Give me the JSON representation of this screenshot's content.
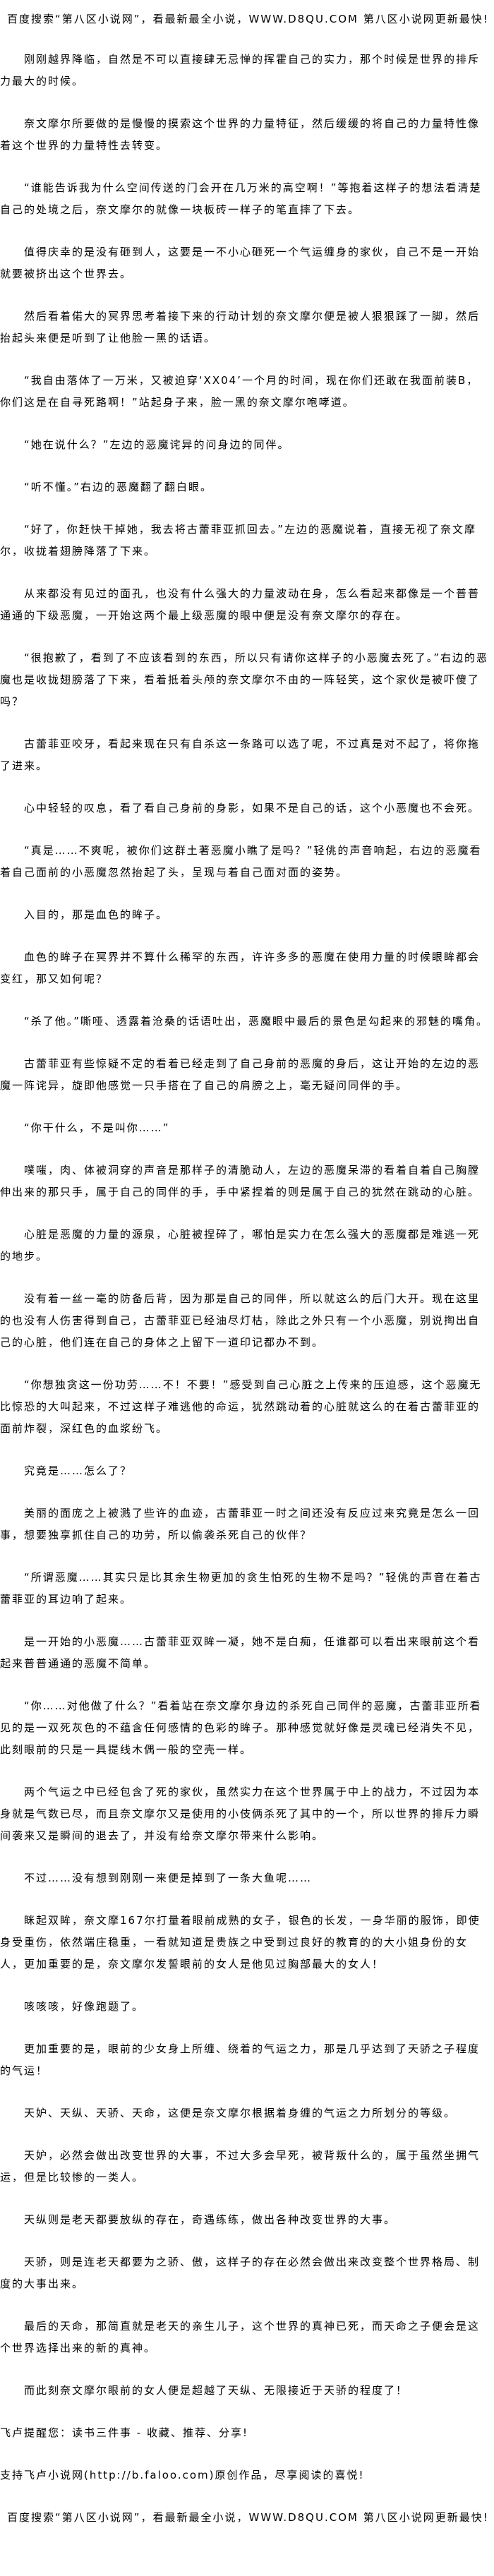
{
  "header": {
    "banner": "百度搜索“第八区小说网”，看最新最全小说，WWW.D8QU.COM   第八区小说网更新最快!"
  },
  "chapter": {
    "paragraphs": [
      "刚刚越界降临，自然是不可以直接肆无忌惮的挥霍自己的实力，那个时候是世界的排斥力最大的时候。",
      "奈文摩尔所要做的是慢慢的摸索这个世界的力量特征，然后缓缓的将自己的力量特性像着这个世界的力量特性去转变。",
      "“谁能告诉我为什么空间传送的门会开在几万米的高空啊！”等抱着这样子的想法看清楚自己的处境之后，奈文摩尔的就像一块板砖一样子的笔直摔了下去。",
      "值得庆幸的是没有砸到人，这要是一不小心砸死一个气运缠身的家伙，自己不是一开始就要被挤出这个世界去。",
      "然后看着偌大的冥界思考着接下来的行动计划的奈文摩尔便是被人狠狠踩了一脚，然后抬起头来便是听到了让他脸一黑的话语。",
      "“我自由落体了一万米，又被迫穿‘XX04’一个月的时间，现在你们还敢在我面前装B，你们这是在自寻死路啊！”站起身子来，脸一黑的奈文摩尔咆哮道。",
      "“她在说什么？”左边的恶魔诧异的问身边的同伴。",
      "“听不懂。”右边的恶魔翻了翻白眼。",
      "“好了，你赶快干掉她，我去将古蕾菲亚抓回去。”左边的恶魔说着，直接无视了奈文摩尔，收拢着翅膀降落了下来。",
      "从来都没有见过的面孔，也没有什么强大的力量波动在身，怎么看起来都像是一个普普通通的下级恶魔，一开始这两个最上级恶魔的眼中便是没有奈文摩尔的存在。",
      "“很抱歉了，看到了不应该看到的东西，所以只有请你这样子的小恶魔去死了。”右边的恶魔也是收拢翅膀落了下来，看着抵着头颅的奈文摩尔不由的一阵轻笑，这个家伙是被吓傻了吗？",
      "古蕾菲亚咬牙，看起来现在只有自杀这一条路可以选了呢，不过真是对不起了，将你拖了进来。",
      "心中轻轻的叹息，看了看自己身前的身影，如果不是自己的话，这个小恶魔也不会死。",
      "“真是……不爽呢，被你们这群土著恶魔小瞧了是吗？”轻佻的声音响起，右边的恶魔看着自己面前的小恶魔忽然抬起了头，呈现与着自己面对面的姿势。",
      "入目的，那是血色的眸子。",
      "血色的眸子在冥界并不算什么稀罕的东西，许许多多的恶魔在使用力量的时候眼眸都会变红，那又如何呢？",
      "“杀了他。”嘶哑、透露着沧桑的话语吐出，恶魔眼中最后的景色是勾起来的邪魅的嘴角。",
      "古蕾菲亚有些惊疑不定的看着已经走到了自己身前的恶魔的身后，这让开始的左边的恶魔一阵诧异，旋即他感觉一只手搭在了自己的肩膀之上，毫无疑问同伴的手。",
      "“你干什么，不是叫你……”",
      "噗嗤，肉、体被洞穿的声音是那样子的清脆动人，左边的恶魔呆滞的看着自着自己胸膛伸出来的那只手，属于自己的同伴的手，手中紧捏着的则是属于自己的犹然在跳动的心脏。",
      "心脏是恶魔的力量的源泉，心脏被捏碎了，哪怕是实力在怎么强大的恶魔都是难逃一死的地步。",
      "没有着一丝一毫的防备后背，因为那是自己的同伴，所以就这么的后门大开。现在这里的也没有人伤害得到自己，古蕾菲亚已经油尽灯枯，除此之外只有一个小恶魔，别说掏出自己的心脏，他们连在自己的身体之上留下一道印记都办不到。",
      "“你想独贪这一份功劳……不！不要！”感受到自己心脏之上传来的压迫感，这个恶魔无比惊恐的大叫起来，不过这样子难逃他的命运，犹然跳动着的心脏就这么的在着古蕾菲亚的面前炸裂，深红色的血浆纷飞。",
      "究竟是……怎么了？",
      "美丽的面庞之上被溅了些许的血迹，古蕾菲亚一时之间还没有反应过来究竟是怎么一回事，想要独享抓住自己的功劳，所以偷袭杀死自己的伙伴？",
      "“所谓恶魔……其实只是比其余生物更加的贪生怕死的生物不是吗？”轻佻的声音在着古蕾菲亚的耳边响了起来。",
      "是一开始的小恶魔……古蕾菲亚双眸一凝，她不是白痴，任谁都可以看出来眼前这个看起来普普通通的恶魔不简单。",
      "“你……对他做了什么？”看着站在奈文摩尔身边的杀死自己同伴的恶魔，古蕾菲亚所看见的是一双死灰色的不蕴含任何感情的色彩的眸子。那种感觉就好像是灵魂已经消失不见，此刻眼前的只是一具提线木偶一般的空壳一样。",
      "两个气运之中已经包含了死的家伙，虽然实力在这个世界属于中上的战力，不过因为本身就是气数已尽，而且奈文摩尔又是使用的小伎俩杀死了其中的一个，所以世界的排斥力瞬间袭来又是瞬间的退去了，并没有给奈文摩尔带来什么影响。",
      "不过……没有想到刚刚一来便是掉到了一条大鱼呢……",
      "眯起双眸，奈文摩167尔打量着眼前成熟的女子，银色的长发，一身华丽的服饰，即使身受重伤，依然端庄稳重，一看就知道是贵族之中受到过良好的教育的的大小姐身份的女人，更加重要的是，奈文摩尔发誓眼前的女人是他见过胸部最大的女人！",
      "咳咳咳，好像跑题了。",
      "更加重要的是，眼前的少女身上所缠、绕着的气运之力，那是几乎达到了天骄之子程度的气运！",
      "天妒、天纵、天骄、天命，这便是奈文摩尔根据着身缠的气运之力所划分的等级。",
      "天妒，必然会做出改变世界的大事，不过大多会早死，被背叛什么的，属于虽然坐拥气运，但是比较惨的一类人。",
      "天纵则是老天都要放纵的存在，奇遇练练，做出各种改变世界的大事。",
      "天骄，则是连老天都要为之骄、傲，这样子的存在必然会做出来改变整个世界格局、制度的大事出来。",
      "最后的天命，那简直就是老天的亲生儿子，这个世界的真神已死，而天命之子便会是这个世界选择出来的新的真神。",
      "而此刻奈文摩尔眼前的女人便是超越了天纵、无限接近于天骄的程度了！"
    ]
  },
  "footer": {
    "reminder": "飞卢提醒您：读书三件事 - 收藏、推荐、分享!",
    "support": "支持飞卢小说网(http://b.faloo.com)原创作品，尽享阅读的喜悦!",
    "banner": "百度搜索“第八区小说网”，看最新最全小说，WWW.D8QU.COM   第八区小说网更新最快!"
  }
}
